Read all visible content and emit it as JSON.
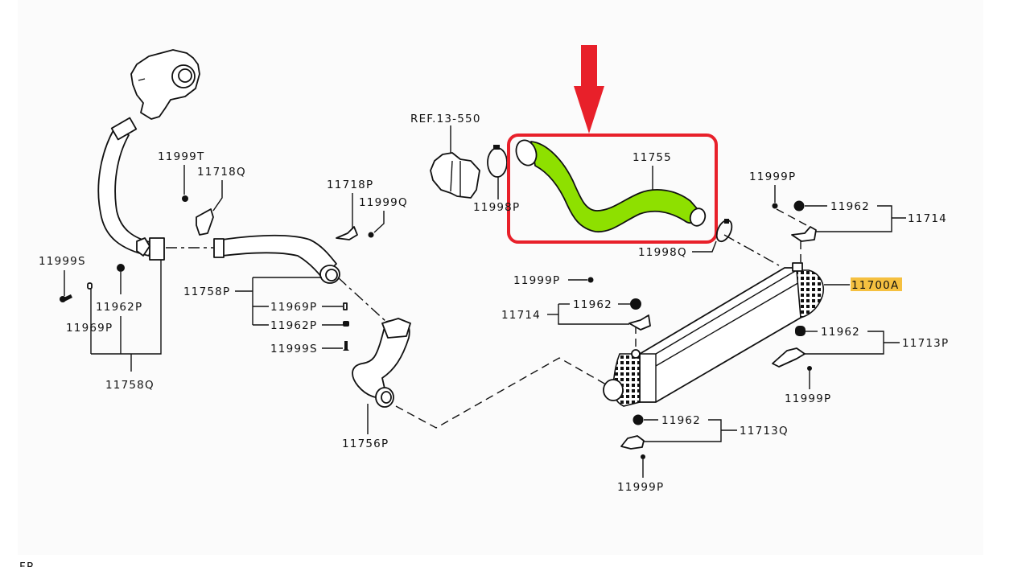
{
  "diagram": {
    "title_corner": "FR",
    "colors": {
      "highlight_hose": "#8ee000",
      "highlight_box": "#e8202a",
      "arrow": "#e8202a",
      "label_highlight": "#f5c040"
    },
    "highlighted_part": "11755",
    "labels": {
      "ref": "REF.13-550",
      "p11999T": "11999T",
      "p11718Q": "11718Q",
      "p11718P": "11718P",
      "p11999Q": "11999Q",
      "p11998P": "11998P",
      "p11755": "11755",
      "p11998Q": "11998Q",
      "p11999P_top": "11999P",
      "p11962_top": "11962",
      "p11714_top": "11714",
      "p11700A": "11700A",
      "p11999S_left": "11999S",
      "p11962P_left": "11962P",
      "p11969P_left": "11969P",
      "p11758Q": "11758Q",
      "p11758P": "11758P",
      "p11969P_mid": "11969P",
      "p11962P_mid": "11962P",
      "p11999S_mid": "11999S",
      "p11756P": "11756P",
      "p11999P_mid": "11999P",
      "p11714_mid": "11714",
      "p11962_mid": "11962",
      "p11962_right": "11962",
      "p11713P": "11713P",
      "p11999P_right": "11999P",
      "p11962_bottom": "11962",
      "p11713Q": "11713Q",
      "p11999P_bottom": "11999P"
    },
    "icons": {
      "arrow": "down-arrow-icon",
      "turbo": "turbocharger-icon",
      "throttle": "throttle-body-icon",
      "intercooler": "intercooler-icon"
    }
  }
}
